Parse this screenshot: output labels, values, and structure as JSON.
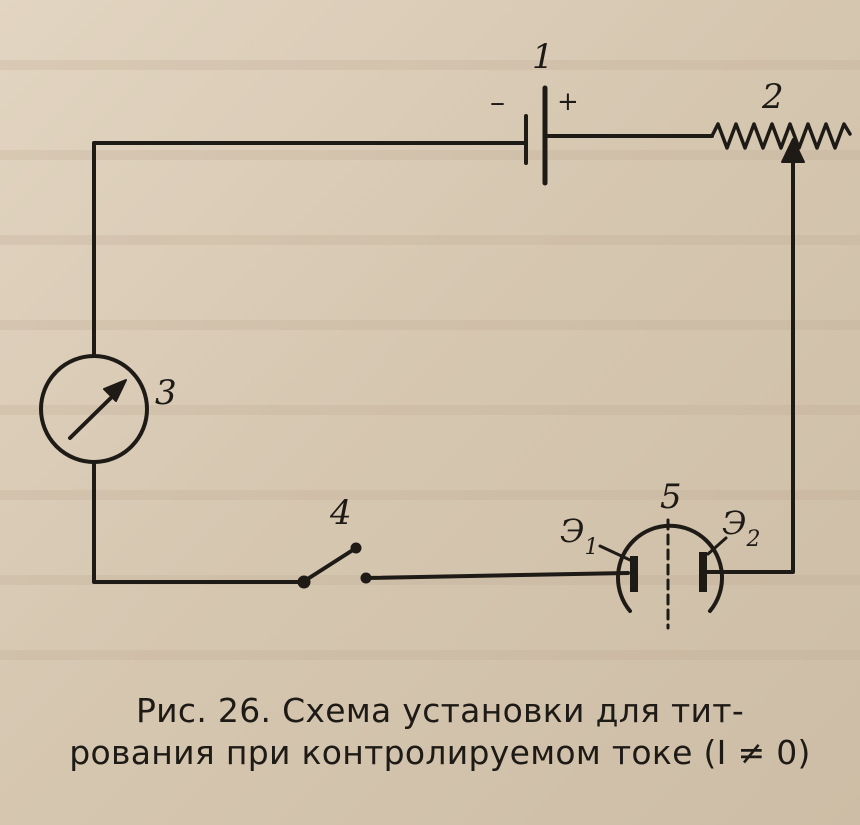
{
  "diagram": {
    "labels": {
      "battery": "1",
      "battery_minus": "–",
      "battery_plus": "+",
      "rheostat": "2",
      "meter": "3",
      "switch": "4",
      "cell": "5",
      "electrode1_letter": "Э",
      "electrode1_sub": "1",
      "electrode2_letter": "Э",
      "electrode2_sub": "2"
    }
  },
  "caption": {
    "line1": "Рис. 26. Схема установки для тит-",
    "line2": "рования при контролируемом токе (I ≠ 0)"
  }
}
